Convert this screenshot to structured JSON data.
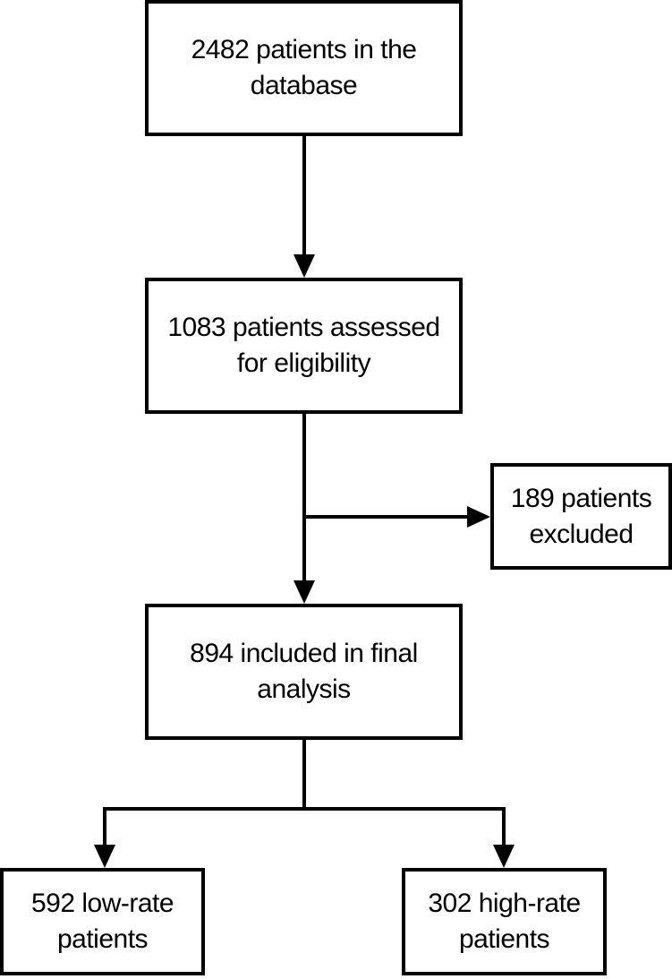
{
  "flowchart": {
    "database": {
      "label": "2482 patients in the database"
    },
    "assessed": {
      "label": "1083 patients assessed for eligibility"
    },
    "excluded": {
      "label": "189 patients excluded"
    },
    "included": {
      "label": "894 included in final analysis"
    },
    "low_rate": {
      "label": "592 low-rate patients"
    },
    "high_rate": {
      "label": "302 high-rate patients"
    }
  },
  "colors": {
    "stroke": "#000000",
    "background": "#ffffff"
  }
}
